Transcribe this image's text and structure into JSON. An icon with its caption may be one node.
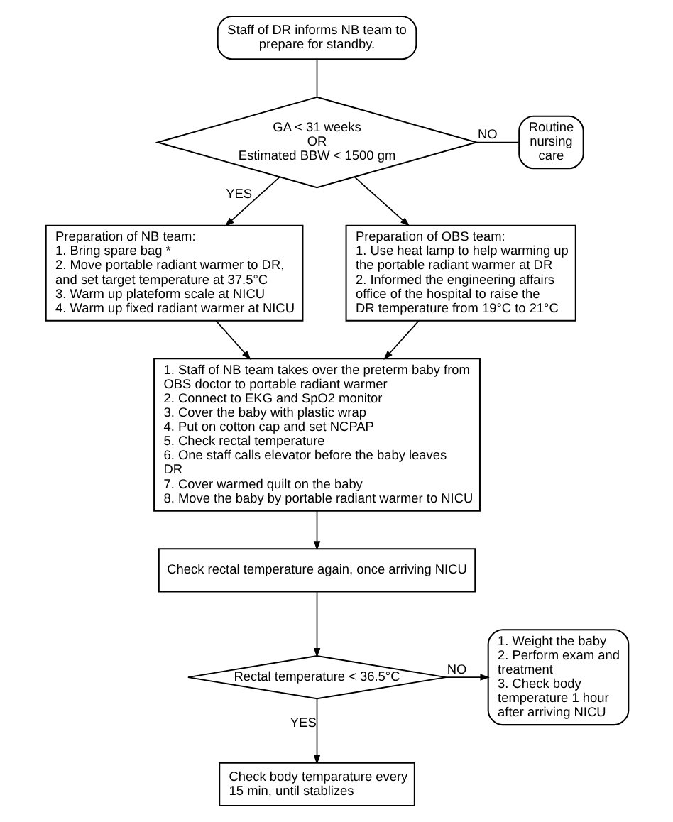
{
  "diagram": {
    "nodes": [
      {
        "text": [
          "Staff of DR informs NB team to prepare for standby."
        ]
      },
      {
        "text": [
          "GA < 31 weeks",
          "OR",
          "Estimated BBW < 1500 gm"
        ]
      },
      {
        "text": [
          "Routine nursing care"
        ]
      },
      {
        "text": [
          "Preparation of NB team:",
          "1. Bring spare bag *",
          "2. Move portable radiant warmer to DR, and set target temperature at 37.5°C",
          "3. Warm up plateform scale at NICU",
          "4. Warm up fixed radiant warmer at NICU"
        ]
      },
      {
        "text": [
          "Preparation of OBS team:",
          "1. Use heat lamp to help warming up the portable radiant warmer at DR",
          "2. Informed the engineering affairs office of the hospital to raise the DR temperature from 19°C to 21°C"
        ]
      },
      {
        "text": [
          "1. Staff of NB team takes over the preterm baby from OBS doctor to portable radiant warmer",
          "2. Connect to EKG and SpO2 monitor",
          "3. Cover the baby with plastic wrap",
          "4. Put on cotton cap and set NCPAP",
          "5. Check rectal temperature",
          "6. One staff calls elevator before the baby leaves DR",
          "7. Cover warmed quilt on the baby",
          "8. Move the baby by portable radiant warmer to NICU"
        ]
      },
      {
        "text": [
          "Check rectal temperature again, once arriving NICU"
        ]
      },
      {
        "text": [
          "Rectal temperature < 36.5°C"
        ]
      },
      {
        "text": [
          "1. Weight the baby",
          "2. Perform exam and treatment",
          "3. Check body temperature 1 hour after arriving NICU"
        ]
      },
      {
        "text": [
          "Check body temparature every 15 min, until stablizes"
        ]
      }
    ],
    "edges": [
      {
        "from": 0,
        "to": 1,
        "arrow": "none"
      },
      {
        "from": 1,
        "to": 2,
        "arrow": "none",
        "label": "NO"
      },
      {
        "from": 1,
        "to": 3,
        "arrow": "to",
        "label": "YES"
      },
      {
        "from": 1,
        "to": 4,
        "arrow": "to"
      },
      {
        "from": 3,
        "to": 5,
        "arrow": "to"
      },
      {
        "from": 4,
        "to": 5,
        "arrow": "to"
      },
      {
        "from": 5,
        "to": 6,
        "arrow": "to"
      },
      {
        "from": 6,
        "to": 7,
        "arrow": "to"
      },
      {
        "from": 7,
        "to": 8,
        "arrow": "to",
        "label": "NO"
      },
      {
        "from": 7,
        "to": 9,
        "arrow": "to",
        "label": "YES"
      }
    ]
  }
}
